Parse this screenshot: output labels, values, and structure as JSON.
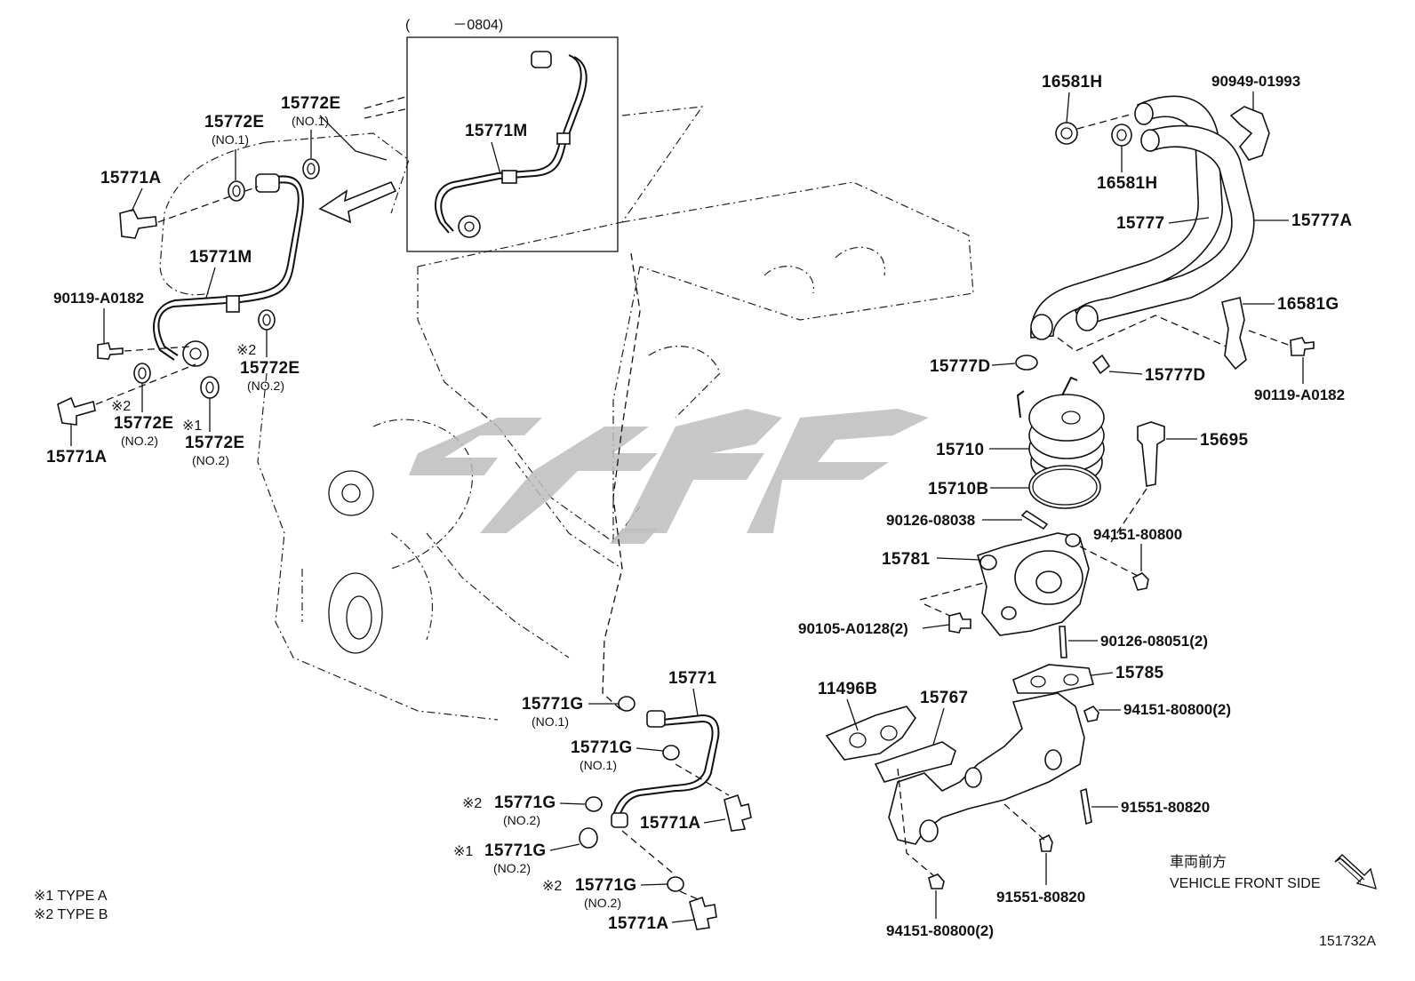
{
  "inset": {
    "range_label": "(　　　－0804)",
    "part_15771M": "15771M"
  },
  "left_assembly": {
    "p_15771A_top": "15771A",
    "p_15772E_no1_a": "15772E",
    "p_15772E_no1_a_sub": "(NO.1)",
    "p_15772E_no1_b": "15772E",
    "p_15772E_no1_b_sub": "(NO.1)",
    "p_15771M": "15771M",
    "p_90119": "90119-A0182",
    "p_15772E_no2_r_mark": "※2",
    "p_15772E_no2_r": "15772E",
    "p_15772E_no2_r_sub": "(NO.2)",
    "p_15772E_no2_l_mark": "※2",
    "p_15772E_no2_l": "15772E",
    "p_15772E_no2_l_sub": "(NO.2)",
    "p_15772E_no2_c_mark": "※1",
    "p_15772E_no2_c": "15772E",
    "p_15772E_no2_c_sub": "(NO.2)",
    "p_15771A_bottom": "15771A"
  },
  "bottom_assembly": {
    "p_15771": "15771",
    "p_15771G_a": "15771G",
    "p_15771G_a_sub": "(NO.1)",
    "p_15771G_b": "15771G",
    "p_15771G_b_sub": "(NO.1)",
    "p_15771G_c_mark": "※2",
    "p_15771G_c": "15771G",
    "p_15771G_c_sub": "(NO.2)",
    "p_15771A_mid": "15771A",
    "p_15771G_d_mark": "※1",
    "p_15771G_d": "15771G",
    "p_15771G_d_sub": "(NO.2)",
    "p_15771G_e_mark": "※2",
    "p_15771G_e": "15771G",
    "p_15771G_e_sub": "(NO.2)",
    "p_15771A_low": "15771A"
  },
  "right_assembly": {
    "p_16581H_a": "16581H",
    "p_90949": "90949-01993",
    "p_16581H_b": "16581H",
    "p_15777": "15777",
    "p_15777A": "15777A",
    "p_16581G": "16581G",
    "p_90119": "90119-A0182",
    "p_15777D_l": "15777D",
    "p_15777D_r": "15777D",
    "p_15710": "15710",
    "p_15710B": "15710B",
    "p_15695": "15695",
    "p_90126_08038": "90126-08038",
    "p_94151_a": "94151-80800",
    "p_15781": "15781",
    "p_90105": "90105-A0128(2)",
    "p_90126_08051": "90126-08051(2)",
    "p_15785": "15785",
    "p_11496B": "11496B",
    "p_15767": "15767",
    "p_94151_b": "94151-80800(2)",
    "p_91551_a": "91551-80820",
    "p_91551_b": "91551-80820",
    "p_94151_c": "94151-80800(2)"
  },
  "legend": {
    "type_a": "※1 TYPE A",
    "type_b": "※2 TYPE B"
  },
  "direction": {
    "jp": "車両前方",
    "en": "VEHICLE FRONT SIDE",
    "arrow_icon": "arrow-down-right-icon"
  },
  "figure_id": "151732A",
  "colors": {
    "line": "#111111",
    "watermark": "#bdbdbd"
  }
}
